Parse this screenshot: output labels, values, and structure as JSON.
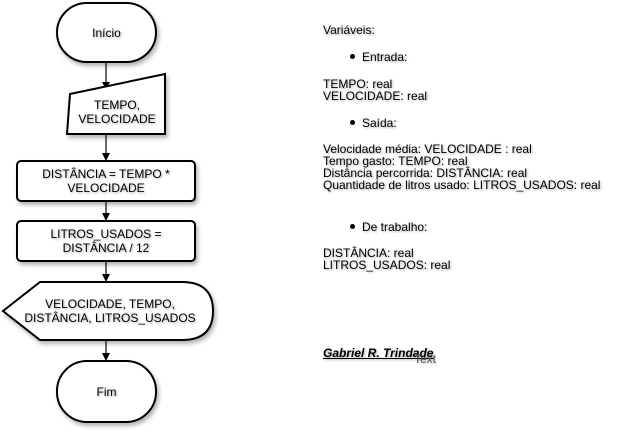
{
  "flowchart": {
    "start": "Início",
    "input": "TEMPO,\nVELOCIDADE",
    "process1": "DISTÂNCIA = TEMPO *\nVELOCIDADE",
    "process2": "LITROS_USADOS =\nDISTÂNCIA / 12",
    "output": "VELOCIDADE, TEMPO,\nDISTÂNCIA, LITROS_USADOS",
    "end": "Fim"
  },
  "variables": {
    "title": "Variáveis:",
    "input_heading": "Entrada:",
    "input_vars": [
      "TEMPO: real",
      "VELOCIDADE: real"
    ],
    "output_heading": "Saída:",
    "output_vars": [
      "Velocidade média: VELOCIDADE : real",
      "Tempo gasto: TEMPO: real",
      "Distância percorrida: DISTÂNCIA: real",
      "Quantidade de litros usado: LITROS_USADOS: real"
    ],
    "work_heading": "De trabalho:",
    "work_vars": [
      "DISTÂNCIA: real",
      "LITROS_USADOS: real"
    ]
  },
  "signature": "Gabriel R. Trindade",
  "placeholder_text": "Text"
}
